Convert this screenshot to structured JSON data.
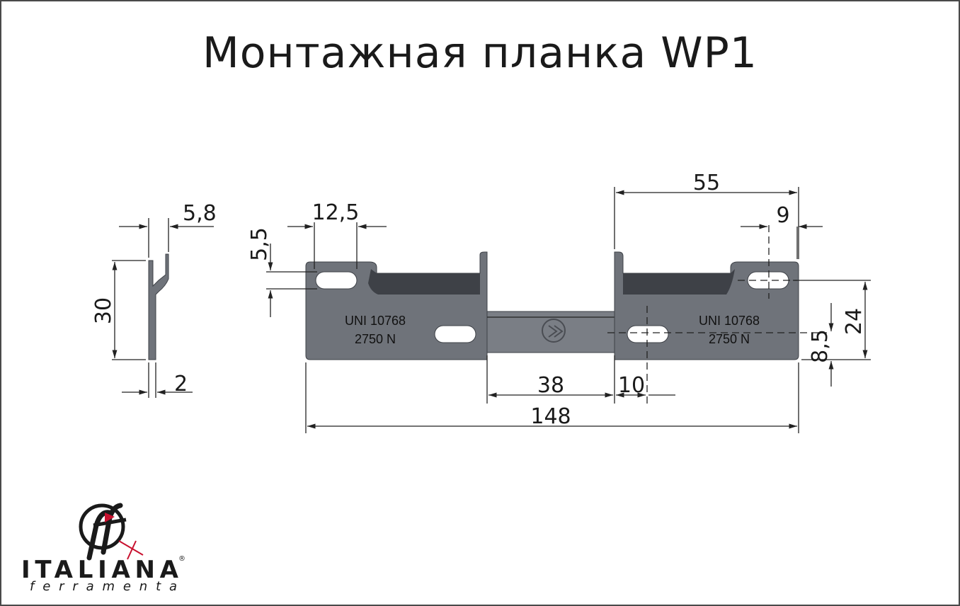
{
  "title": "Монтажная планка WP1",
  "plate_marking": {
    "left_line1": "UNI 10768",
    "left_line2": "2750 N",
    "right_line1": "UNI 10768",
    "right_line2": "2750 N"
  },
  "dimensions": {
    "side_width": "5,8",
    "side_height": "30",
    "side_thickness": "2",
    "slot_width": "12,5",
    "slot_height": "5,5",
    "right_span": "55",
    "right_slot": "9",
    "height_24": "24",
    "height_8_5": "8,5",
    "middle_38": "38",
    "offset_10": "10",
    "total_148": "148"
  },
  "logo": {
    "word": "ITALIANA",
    "sub": "ferramenta",
    "registered": "®"
  },
  "colors": {
    "metal": "#6f737a",
    "metal_dark": "#3e4147",
    "metal_edge": "#8b8f96",
    "logo_red": "#c8102e"
  }
}
